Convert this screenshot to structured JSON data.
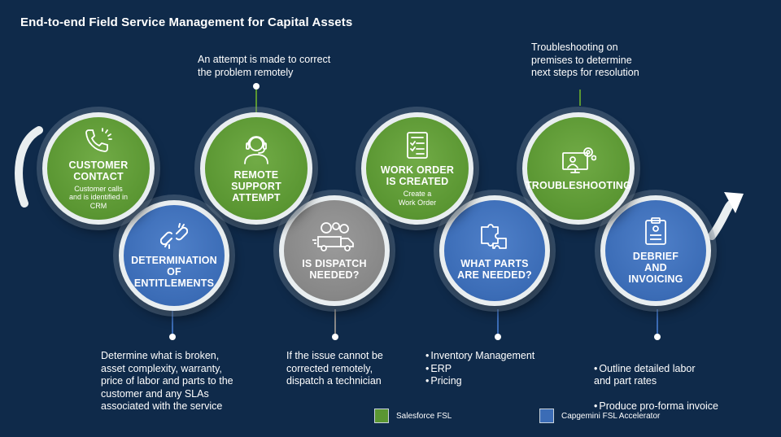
{
  "title": "End-to-end Field Service Management for Capital Assets",
  "colors": {
    "background": "#0f2a4a",
    "salesforce_green": "#5a9632",
    "capgemini_blue": "#3b6cb6",
    "decision_grey": "#878787"
  },
  "steps": [
    {
      "id": "customer-contact",
      "title": "CUSTOMER\nCONTACT",
      "subtitle": "Customer calls\nand is identified in\nCRM",
      "icon": "phone-icon"
    },
    {
      "id": "entitlements",
      "title": "DETERMINATION\nOF\nENTITLEMENTS",
      "subtitle": "",
      "icon": "link-icon"
    },
    {
      "id": "remote-support",
      "title": "REMOTE\nSUPPORT\nATTEMPT",
      "subtitle": "",
      "icon": "headset-agent-icon"
    },
    {
      "id": "dispatch",
      "title": "IS DISPATCH\nNEEDED?",
      "subtitle": "",
      "icon": "delivery-truck-icon"
    },
    {
      "id": "work-order",
      "title": "WORK ORDER\nIS CREATED",
      "subtitle": "Create a\nWork Order",
      "icon": "clipboard-checklist-icon"
    },
    {
      "id": "parts",
      "title": "WHAT PARTS\nARE NEEDED?",
      "subtitle": "",
      "icon": "puzzle-icon"
    },
    {
      "id": "troubleshooting",
      "title": "TROUBLESHOOTING",
      "subtitle": "",
      "icon": "monitor-gear-icon"
    },
    {
      "id": "debrief",
      "title": "DEBRIEF\nAND\nINVOICING",
      "subtitle": "",
      "icon": "clipboard-icon"
    }
  ],
  "notes": {
    "remote_support": "An attempt is made to correct\nthe problem remotely",
    "troubleshooting": "Troubleshooting on\npremises to determine\nnext steps for resolution",
    "entitlements": "Determine what is broken,\nasset complexity, warranty,\nprice of labor and parts to the\ncustomer and any SLAs\nassociated with the service",
    "dispatch": "If the issue cannot be\ncorrected remotely,\ndispatch a technician",
    "parts": [
      "Inventory Management",
      "ERP",
      "Pricing"
    ],
    "debrief": [
      "Outline detailed labor\nand part rates",
      "Produce pro-forma invoice"
    ]
  },
  "legend": [
    {
      "label": "Salesforce FSL",
      "color": "#5a9632"
    },
    {
      "label": "Capgemini FSL Accelerator",
      "color": "#3b6cb6"
    }
  ]
}
